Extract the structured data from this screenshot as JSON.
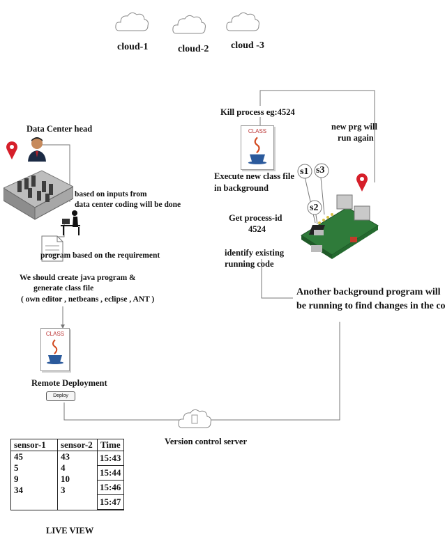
{
  "clouds": [
    {
      "label": "cloud-1"
    },
    {
      "label": "cloud-2"
    },
    {
      "label": "cloud -3"
    }
  ],
  "left_flow": {
    "head": "Data Center head",
    "coding_note_1": "based on inputs from",
    "coding_note_2": "data center coding will be done",
    "program_note": "program based on the requirement",
    "java_note_1": "We should create java program &",
    "java_note_2": "generate class file",
    "java_note_3": "( own editor , netbeans , eclipse , ANT )",
    "class_label": "CLASS",
    "remote_deployment": "Remote Deployment",
    "deploy_button": "Deploy"
  },
  "right_flow": {
    "kill_process": "Kill process eg:4524",
    "class_label": "CLASS",
    "new_prg_1": "new prg will",
    "new_prg_2": "run again",
    "execute_1": "Execute new class file",
    "execute_2": "in background",
    "get_pid_1": "Get process-id",
    "get_pid_2": "4524",
    "identify_1": "identify existing",
    "identify_2": "running code",
    "background_1": "Another background program will",
    "background_2": "be running to find changes in the code",
    "sensors": [
      "s1",
      "s3",
      "s2"
    ]
  },
  "version_control": "Version control server",
  "live_view": {
    "caption": "LIVE VIEW",
    "headers": [
      "sensor-1",
      "sensor-2",
      "Time"
    ],
    "rows": [
      [
        "45",
        "43",
        "15:43"
      ],
      [
        "5",
        "4",
        "15:44"
      ],
      [
        "9",
        "10",
        "15:46"
      ],
      [
        "34",
        "3",
        "15:47"
      ]
    ]
  }
}
